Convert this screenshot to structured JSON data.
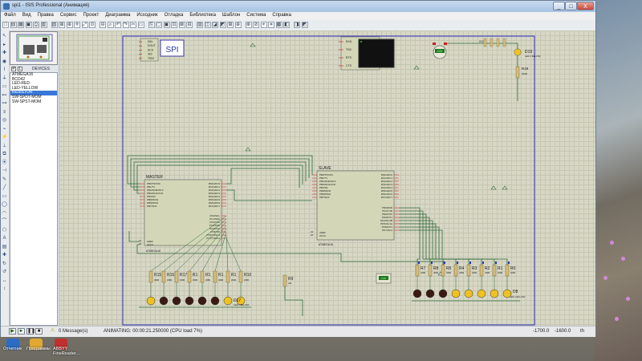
{
  "window": {
    "title": "spi1 - ISIS Professional (Анимация)",
    "minimize": "_",
    "maximize": "□",
    "close": "X"
  },
  "menu": [
    "Файл",
    "Вид",
    "Правка",
    "Сервис",
    "Проект",
    "Диаграмма",
    "Исходник",
    "Отладка",
    "Библиотека",
    "Шаблон",
    "Система",
    "Справка"
  ],
  "picker": {
    "p_label": "P",
    "l_label": "L",
    "header": "DEVICES",
    "items": [
      "ATMEGA16",
      "BCD42",
      "LED-RED",
      "LED-YELLOW",
      "RESISTOR",
      "SW-SPDT-MOM",
      "SW-SPST-MOM"
    ],
    "selected_index": 4
  },
  "schematic": {
    "spi_label": "SPI",
    "spi_pins": [
      "DIN",
      "DOUT",
      "SCK",
      "/SS",
      "TRIG"
    ],
    "terminal_pins": [
      "RXD",
      "TXD",
      "RTS",
      "CTS"
    ],
    "master_title": "MASTER",
    "master_part": "ATMEGA16",
    "master_left_pins": [
      "PB0/T0/XCK",
      "PB1/T1",
      "PB2/AIN0/INT2",
      "PB3/AIN1/OC0",
      "PB4/SS",
      "PB5/MOSI",
      "PB6/MISO",
      "PB7/SCK"
    ],
    "master_right_pins": [
      "PA0/ADC0",
      "PA1/ADC1",
      "PA2/ADC2",
      "PA3/ADC3",
      "PA4/ADC4",
      "PA5/ADC5",
      "PA6/ADC6",
      "PA7/ADC7"
    ],
    "master_right_pins2": [
      "PC0/SCL",
      "PC1/SDA",
      "PC2/TCK",
      "PC3/TMS",
      "PC4/TDO",
      "PC5/TDI",
      "PC6/TOSC1",
      "PC7/TOSC2"
    ],
    "master_bottom_left": [
      "AREF",
      "AVCC"
    ],
    "slave_title": "SLAVE",
    "slave_part": "ATMEGA16",
    "slave_left_pins": [
      "PB0/T0/XCK",
      "PB1/T1",
      "PB2/AIN0/INT2",
      "PB3/AIN1/OC0",
      "PB4/SS",
      "PB5/MOSI",
      "PB6/MISO",
      "PB7/SCK"
    ],
    "slave_right_pins": [
      "PA0/ADC0",
      "PA1/ADC1",
      "PA2/ADC2",
      "PA3/ADC3",
      "PA4/ADC4",
      "PA5/ADC5",
      "PA6/ADC6",
      "PA7/ADC7"
    ],
    "slave_right_pins2": [
      "PD0/RXD",
      "PD1/TXD",
      "PD2/INT0",
      "PD3/INT1",
      "PD4/OC1B",
      "PD5/OC1A",
      "PD6/ICP1",
      "PD7/OC2"
    ],
    "slave_bottom_left": [
      "AREF",
      "AVCC"
    ],
    "aref_num": "21",
    "avcc_num": "20",
    "master_resistors": [
      "R15",
      "R16",
      "R17",
      "R1",
      "R1",
      "R1",
      "R1",
      "R16"
    ],
    "master_res_value": "360R",
    "d17": "D17",
    "d17_part": "LED-YELLOW",
    "r9": "R9",
    "r9_value": "10k",
    "slave_resistors": [
      "R7",
      "R8",
      "R5",
      "R4",
      "R3",
      "R2",
      "R1",
      "R0"
    ],
    "d8": "D8",
    "d8_part": "LED-YELLOW",
    "d19": "D19",
    "d19_part": "LED-YELLOW",
    "r19": "R19",
    "r19_value": "360R",
    "vcc": "VCC",
    "r_value_small": "360R",
    "probe": "0.00"
  },
  "status": {
    "messages": "0 Message(s)",
    "animating": "ANIMATING: 00:00:21.250000 (CPU load 7%)",
    "coords_x": "-1700.0",
    "coords_y": "-1600.0",
    "unit": "th"
  },
  "taskbar": {
    "items": [
      "Отчетник",
      "Программы",
      "ABBYY FineReader..."
    ]
  },
  "colors": {
    "grid_bg": "#d7d7c6",
    "wire": "#2f6b3a",
    "chip_fill": "#d3d7b8",
    "led_on": "#f0c220",
    "led_off": "#3a1a12",
    "resistor": "#d4bc7a",
    "pin_red": "#d21a1a",
    "sheet_border": "#2828b8"
  }
}
